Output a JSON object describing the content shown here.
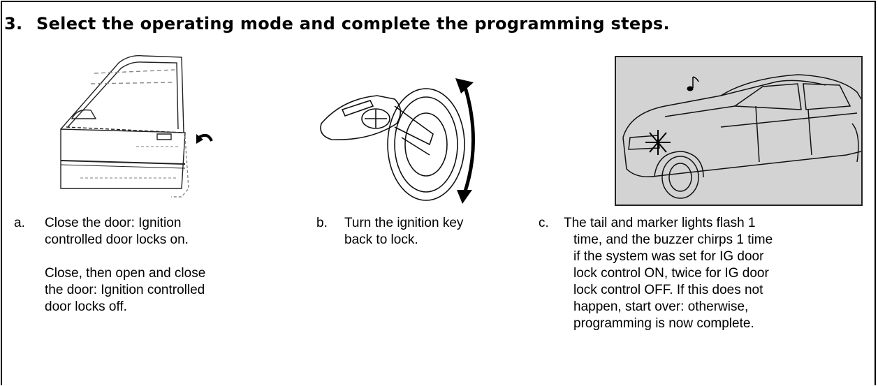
{
  "heading": {
    "number": "3.",
    "text": "Select the operating mode and complete the programming steps."
  },
  "steps": [
    {
      "letter": "a.",
      "lines": [
        "Close the door: Ignition",
        "controlled door locks on."
      ],
      "lines2": [
        "Close, then open and close",
        "the door: Ignition controlled",
        "door locks off."
      ]
    },
    {
      "letter": "b.",
      "lines": [
        "Turn the ignition key",
        "back to lock."
      ]
    },
    {
      "letter": "c.",
      "lines": [
        "The tail and marker lights flash 1",
        "time,  and the buzzer chirps 1 time",
        "if the system was set for IG door",
        "lock control ON, twice for IG door",
        "lock control OFF.  If this does not",
        "happen, start over: otherwise,",
        "programming is now complete."
      ]
    }
  ],
  "illustrations": {
    "door": "car-door-illustration",
    "key": "ignition-key-illustration",
    "car": "car-lights-buzzer-illustration"
  }
}
